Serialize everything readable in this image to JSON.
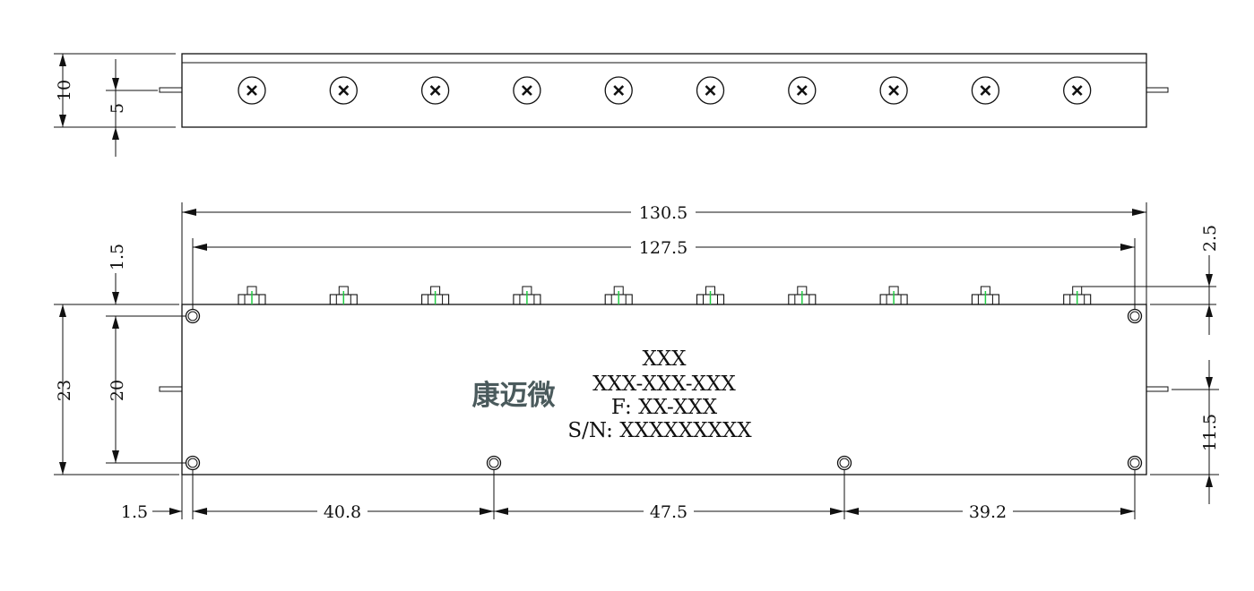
{
  "drawing": {
    "logo_text": "康迈微",
    "label_line1": "XXX",
    "label_line2": "XXX-XXX-XXX",
    "label_line3": "F: XX-XXX",
    "label_line4": "S/N: XXXXXXXXX",
    "top_view_screw_count": 10,
    "connector_count": 10,
    "connector_accent_color": "#22cc44"
  },
  "dimensions": {
    "side_height": "10",
    "side_pin": "5",
    "overall_length": "130.5",
    "hole_spacing": "127.5",
    "connector_offset": "2.5",
    "top_edge_offset": "1.5",
    "body_height": "23",
    "hole_vertical": "20",
    "right_pin_offset": "11.5",
    "left_offset": "1.5",
    "seg1": "40.8",
    "seg2": "47.5",
    "seg3": "39.2"
  }
}
